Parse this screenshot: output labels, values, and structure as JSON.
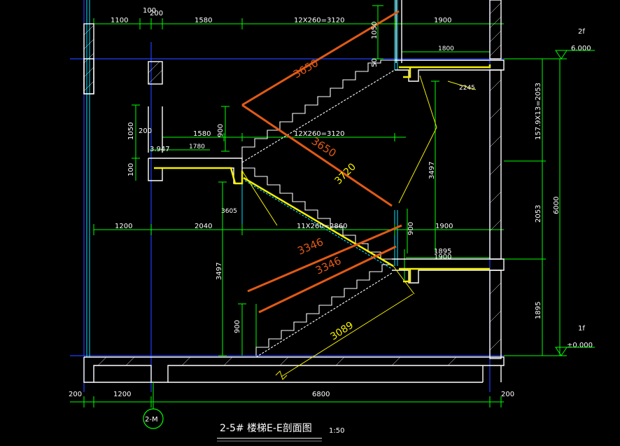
{
  "drawing": {
    "title": "2-5# 楼梯E-E剖面图",
    "scale": "1:50",
    "grid_axis_label": "2-M",
    "colors": {
      "background": "#000000",
      "wall": "#ffffff",
      "dimension_lines": "#00ff00",
      "grid_lines": "#1e40ff",
      "reinforcement_orange": "#e05a16",
      "reinforcement_yellow": "#f5f000",
      "cyan_lines": "#00e5ff"
    }
  },
  "top_dimensions": {
    "d1": "1100",
    "d2": "100",
    "d3": "200",
    "d4": "1580",
    "d5": "12X260=3120",
    "d6": "1900"
  },
  "upper_flight": {
    "riser_height": "1050",
    "riser_note": "50",
    "landing_width": "1800",
    "bar_length": "2245",
    "rebar_long": "3650",
    "rebar_cross": "3650",
    "rebar_diag": "3720",
    "rebar_vertical": "3497"
  },
  "middle_landing": {
    "height_left": "1050",
    "wall_thickness": "200",
    "d_1580": "1580",
    "d_900": "900",
    "flight": "12X260=3120",
    "elevation": "3.947",
    "landing_bar": "1780",
    "d_100": "100",
    "anchor_bar": "3605"
  },
  "mid_dimensions": {
    "d1": "1200",
    "d2": "2040",
    "d3": "11X260=2860",
    "d4": "900",
    "d5": "1900"
  },
  "lower_flight": {
    "rebar_1": "3346",
    "rebar_2": "3346",
    "rebar_bottom": "3089",
    "height_left": "3497",
    "riser": "900",
    "landing_width_a": "1895",
    "landing_width_b": "1900"
  },
  "right_dimensions": {
    "upper": "157.9X13=2053",
    "middle": "2053",
    "lower": "1895",
    "total": "6000"
  },
  "levels": {
    "floor2_name": "2f",
    "floor2_elev": "6.000",
    "floor1_name": "1f",
    "floor1_elev": "±0.000"
  },
  "bottom_dimensions": {
    "d1": "200",
    "d2": "1200",
    "d3": "6800",
    "d4": "200"
  }
}
